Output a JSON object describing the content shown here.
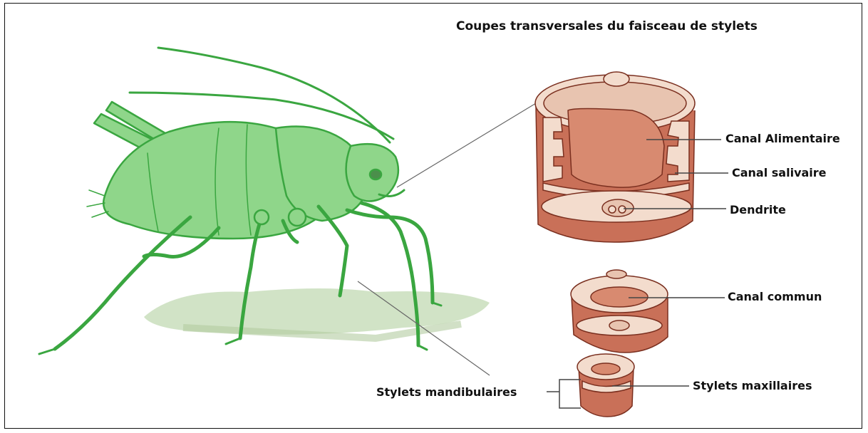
{
  "title": "Coupes transversales du faisceau de stylets",
  "labels": {
    "canal_alimentaire": "Canal Alimentaire",
    "canal_salivaire": "Canal salivaire",
    "dendrite": "Dendrite",
    "canal_commun": "Canal commun",
    "stylets_maxillaires": "Stylets maxillaires",
    "stylets_mandibulaires": "Stylets mandibulaires"
  },
  "colors": {
    "insect": "#8fd68a",
    "insect_outline": "#3aa640",
    "shadow": "#b8d4a8",
    "section": "#c97058",
    "section_light": "#f3dccd",
    "section_dark": "#8c3a28"
  }
}
